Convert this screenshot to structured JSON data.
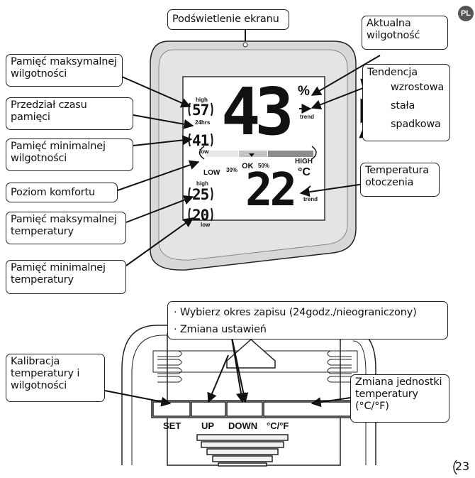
{
  "language_badge": "PL",
  "page_number": "23",
  "display": {
    "humidity": "43",
    "humidity_unit": "%",
    "temperature": "22",
    "temperature_unit": "°C",
    "trend_label_top": "trend",
    "trend_label_bottom": "trend",
    "max_humidity": "57",
    "min_humidity": "41",
    "max_temp": "25",
    "min_temp": "20",
    "high_label_1": "high",
    "high_label_2": "high",
    "low_label_1": "low",
    "low_label_2": "low",
    "hrs_label": "24hrs",
    "comfort_low": "LOW",
    "comfort_ok": "OK",
    "comfort_high": "HIGH",
    "comfort_30": "30%",
    "comfort_50": "50%"
  },
  "callouts": {
    "backlight": "Podświetlenie ekranu",
    "current_humidity": "Aktualna\nwilgotność",
    "max_humidity_mem": "Pamięć maksymalnej\nwilgotności",
    "time_interval": "Przedział czasu\npamięci",
    "min_humidity_mem": "Pamięć minimalnej\nwilgotności",
    "comfort_level": "Poziom komfortu",
    "max_temp_mem": "Pamięć maksymalnej\ntemperatury",
    "min_temp_mem": "Pamięć minimalnej\ntemperatury",
    "ambient_temp": "Temperatura\notoczenia",
    "trend_title": "Tendencja",
    "trend_up": "wzrostowa",
    "trend_stable": "stała",
    "trend_down": "spadkowa",
    "record_period": "Wybierz okres zapisu (24godz./nieograniczony)",
    "change_settings": "Zmiana ustawień",
    "calibration": "Kalibracja\ntemperatury i\nwilgotności",
    "unit_change": "Zmiana jednostki\ntemperatury\n(°C/°F)"
  },
  "buttons": {
    "set": "SET",
    "up": "UP",
    "down": "DOWN",
    "unit": "°C/°F"
  }
}
